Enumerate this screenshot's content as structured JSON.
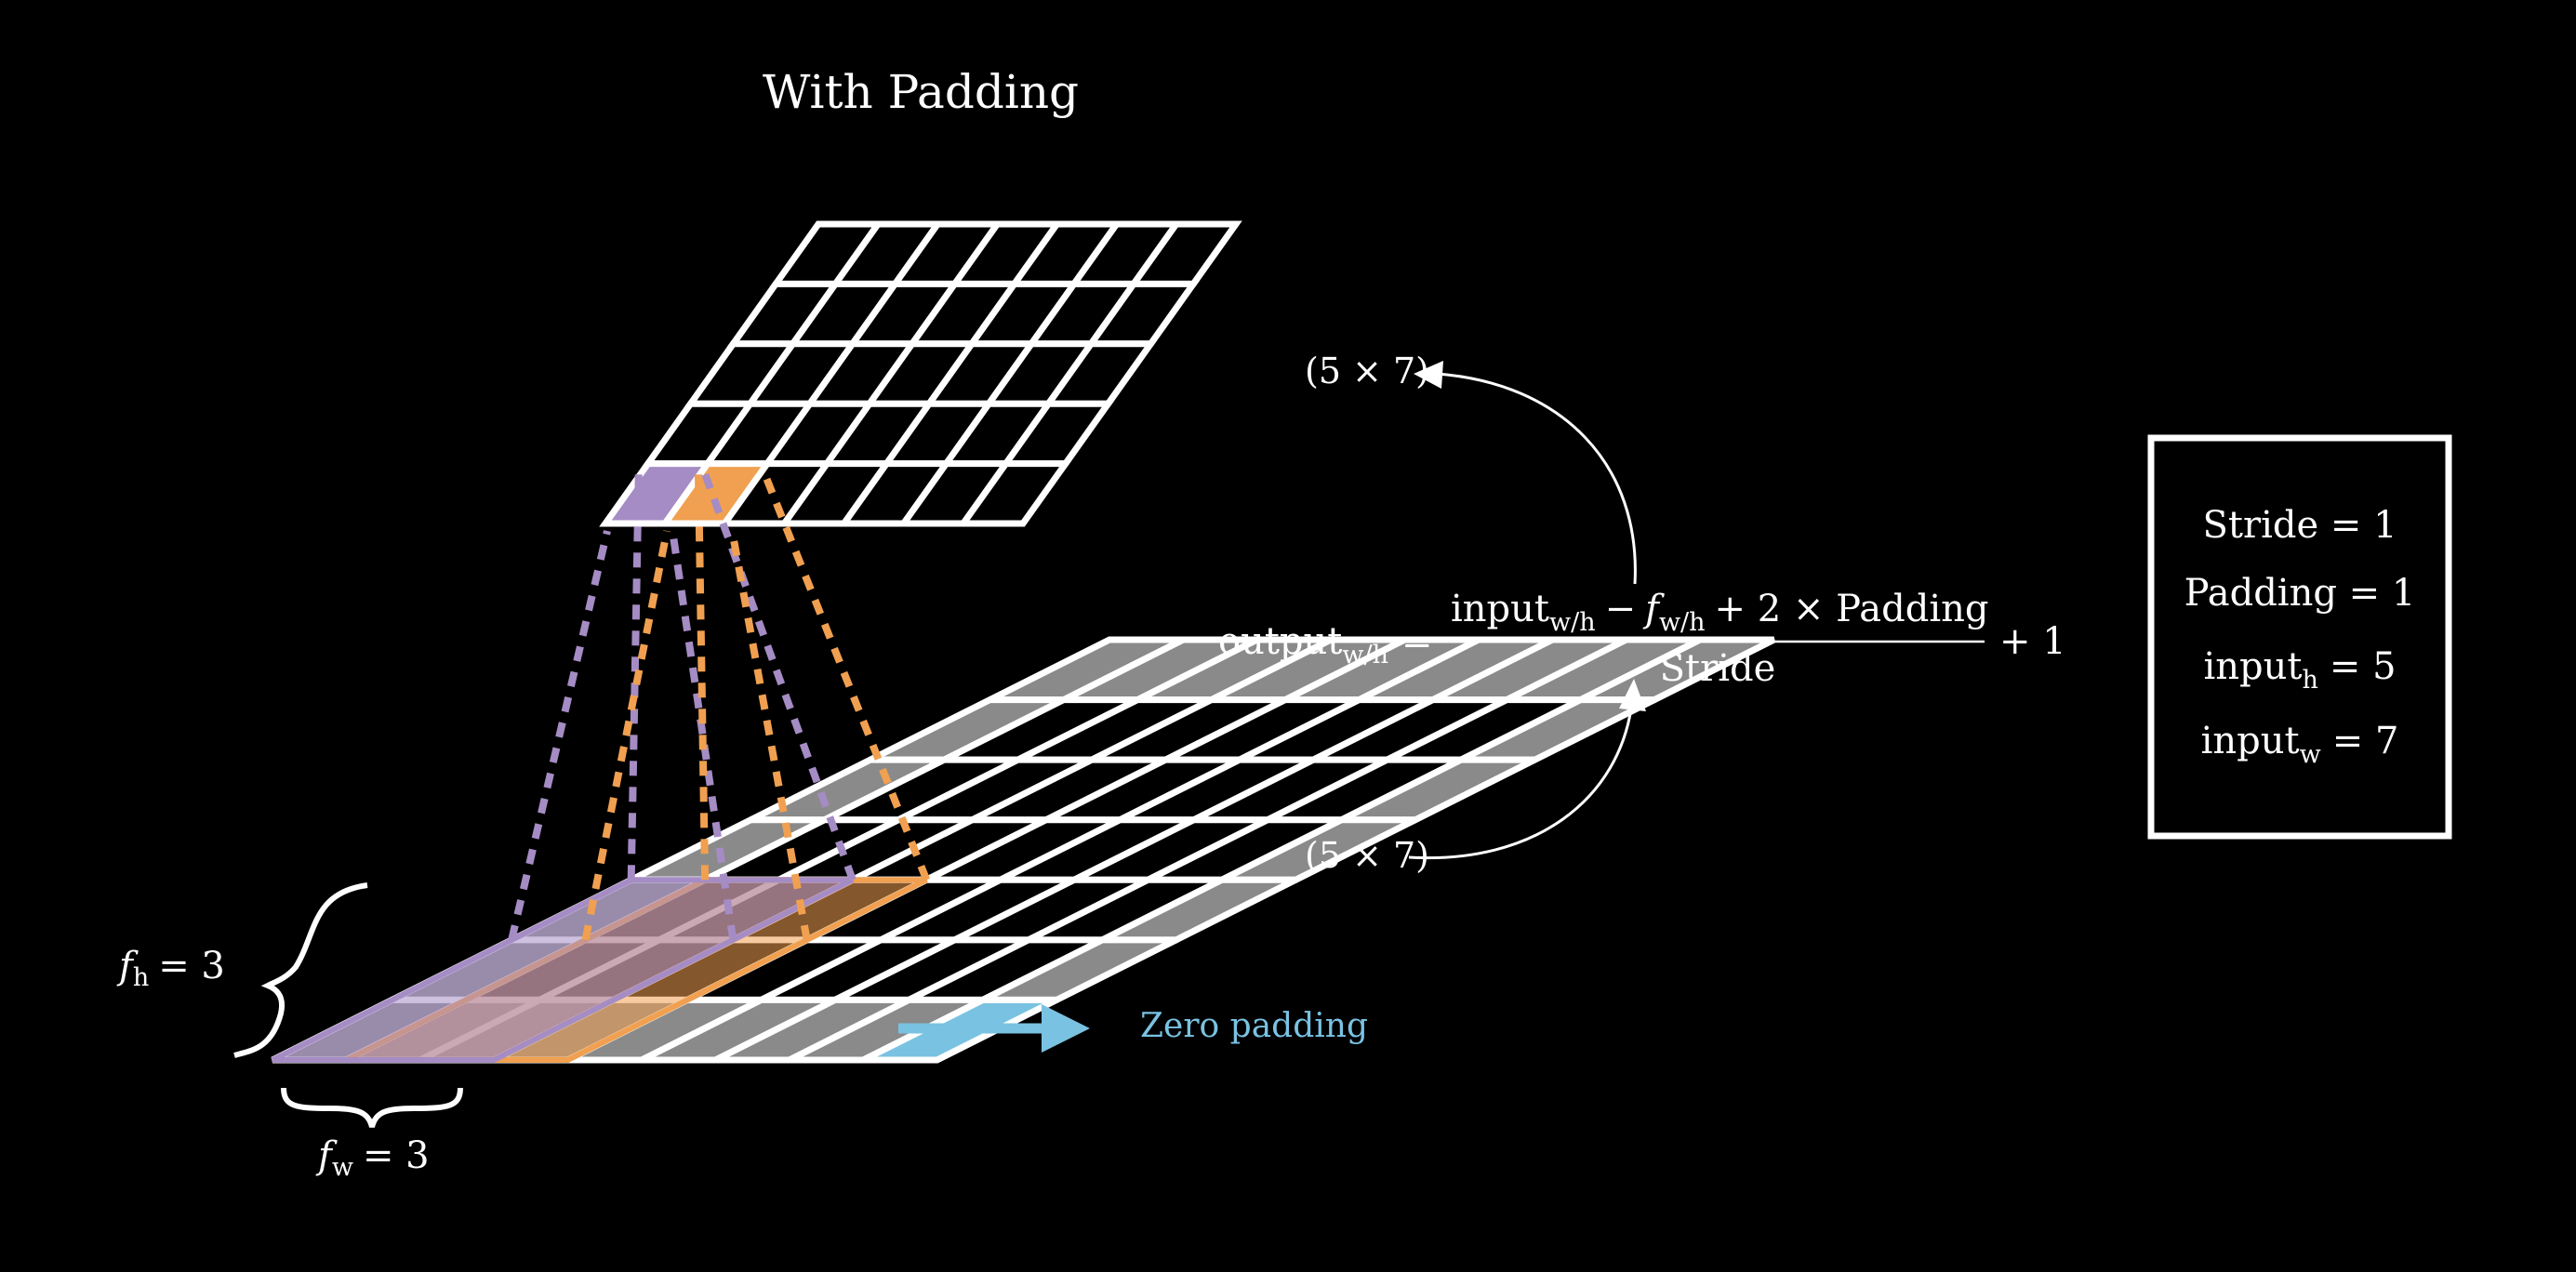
{
  "title": "With Padding",
  "output_grid": {
    "rows": 5,
    "cols": 7
  },
  "input_grid": {
    "rows": 7,
    "cols": 9,
    "padding": 1
  },
  "filter": {
    "fh": 3,
    "fw": 3
  },
  "labels": {
    "fh_sym": "f",
    "fh_sub": "h",
    "fh_eq": "= 3",
    "fw_sym": "f",
    "fw_sub": "w",
    "fw_eq": "= 3",
    "zero_padding": "Zero padding",
    "out_dim": "(5 × 7)",
    "in_dim": "(5 × 7)"
  },
  "formula": {
    "lhs": "output",
    "lhs_sub": "w/h",
    "eq": "=",
    "num_input": "input",
    "num_input_sub": "w/h",
    "num_minus": "−",
    "num_f": "f",
    "num_f_sub": "w/h",
    "num_rest": "+ 2 × Padding",
    "den": "Stride",
    "plus_one": "+ 1"
  },
  "params": {
    "stride": "Stride = 1",
    "padding": "Padding = 1",
    "input_h_a": "input",
    "input_h_sub": "h",
    "input_h_b": "= 5",
    "input_w_a": "input",
    "input_w_sub": "w",
    "input_w_b": "= 7"
  },
  "colors": {
    "purple": "#a58cc4",
    "orange": "#f0a050",
    "padding_gray": "#8a8a8a",
    "zero_blue": "#79c2e2",
    "line": "#ffffff"
  }
}
